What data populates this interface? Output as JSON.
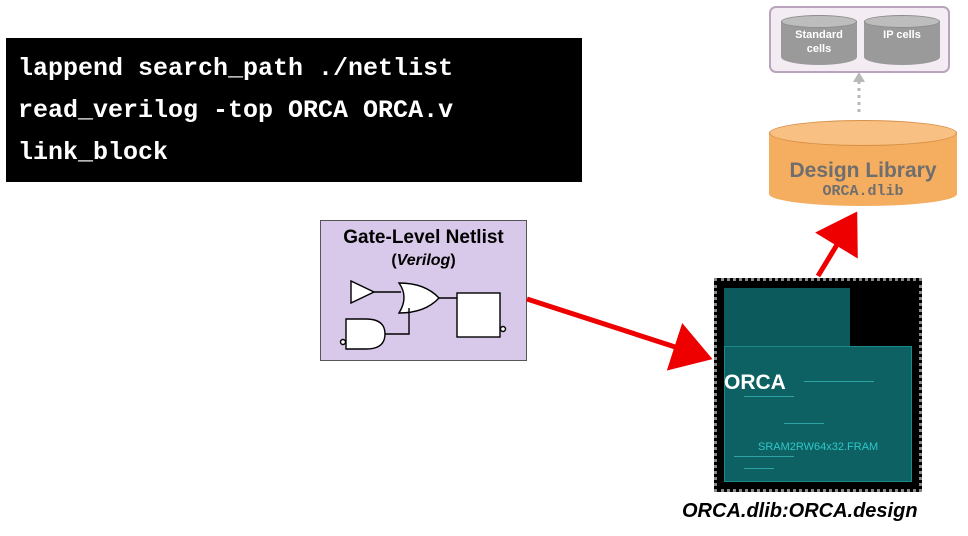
{
  "code": {
    "lines": [
      "lappend search_path ./netlist",
      "read_verilog -top ORCA ORCA.v",
      "link_block"
    ]
  },
  "reference_libs": {
    "standard_cells": "Standard cells",
    "ip_cells": "IP cells"
  },
  "design_library": {
    "title": "Design Library",
    "file": "ORCA.dlib"
  },
  "netlist": {
    "title": "Gate-Level Netlist",
    "subtitle_open": "(",
    "subtitle_italic": "Verilog",
    "subtitle_close": ")"
  },
  "chip": {
    "name": "ORCA",
    "sram_label": "SRAM2RW64x32.FRAM"
  },
  "design_label": "ORCA.dlib:ORCA.design",
  "colors": {
    "arrow": "#ee0000",
    "netlist_bg": "#d8c8e9",
    "design_library": "#f5ad60",
    "chip_teal": "#0e6163"
  }
}
